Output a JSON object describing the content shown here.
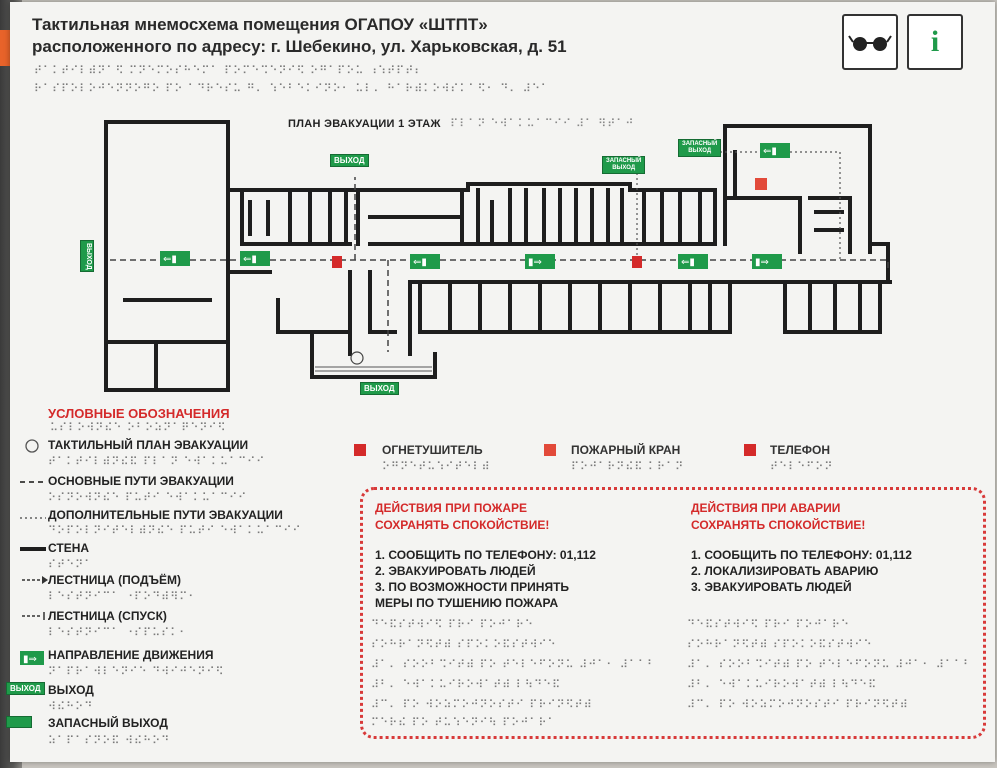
{
  "header": {
    "title_line1": "Тактильная мнемосхема помещения ОГАПОУ «ШТПТ»",
    "title_line2": "расположенного по адресу: г. Шебекино, ул. Харьковская, д. 51",
    "info_icon_label": "i"
  },
  "braille": {
    "b1": "⠞⠁⠅⠞⠊⠇⠾⠝⠁⠫ ⠍⠝⠑⠍⠕⠎⠓⠑⠍⠁ ⠏⠕⠍⠑⠩⠑⠝⠊⠫ ⠕⠛⠁⠏⠕⠥ ⠰⠱⠞⠏⠞⠆",
    "b2": "⠗⠁⠎⠏⠕⠇⠕⠚⠑⠝⠝⠕⠛⠕ ⠏⠕ ⠁⠙⠗⠑⠎⠥ ⠛⠄ ⠱⠑⠃⠑⠅⠊⠝⠕⠂ ⠥⠇⠄ ⠓⠁⠗⠾⠅⠕⠺⠎⠅⠁⠫⠂ ⠙⠄ ⠼⠑⠁",
    "plan": "⠏⠇⠁⠝ ⠑⠺⠁⠅⠥⠁⠉⠊⠊ ⠼⠁ ⠻⠞⠁⠚",
    "legend_title": "⠥⠎⠇⠕⠺⠝⠮⠑ ⠕⠃⠕⠵⠝⠁⠟⠑⠝⠊⠫",
    "l1": "⠞⠁⠅⠞⠊⠇⠾⠝⠮⠯ ⠏⠇⠁⠝ ⠑⠺⠁⠅⠥⠁⠉⠊⠊",
    "l2": "⠕⠎⠝⠕⠺⠝⠮⠑ ⠏⠥⠞⠊ ⠑⠺⠁⠅⠥⠁⠉⠊⠊",
    "l3": "⠙⠕⠏⠕⠇⠝⠊⠞⠑⠇⠾⠝⠮⠑ ⠏⠥⠞⠊ ⠑⠺⠁⠅⠥⠁⠉⠊⠊",
    "l4": "⠎⠞⠑⠝⠁",
    "l5": "⠇⠑⠎⠞⠝⠊⠉⠁ ⠐⠏⠕⠙⠾⠻⠍⠂",
    "l6": "⠇⠑⠎⠞⠝⠊⠉⠁ ⠐⠎⠏⠥⠎⠅⠂",
    "l7": "⠝⠁⠏⠗⠁⠺⠇⠑⠝⠊⠑ ⠙⠺⠊⠚⠑⠝⠊⠫",
    "l8": "⠺⠮⠓⠕⠙",
    "l9": "⠵⠁⠏⠁⠎⠝⠕⠯ ⠺⠮⠓⠕⠙",
    "s1": "⠕⠛⠝⠑⠞⠥⠱⠊⠞⠑⠇⠾",
    "s2": "⠏⠕⠚⠁⠗⠝⠮⠯ ⠅⠗⠁⠝",
    "s3": "⠞⠑⠇⠑⠋⠕⠝",
    "a1": "⠙⠑⠯⠎⠞⠺⠊⠫ ⠏⠗⠊ ⠏⠕⠚⠁⠗⠑",
    "a2": "⠎⠕⠓⠗⠁⠝⠫⠞⠾ ⠎⠏⠕⠅⠕⠯⠎⠞⠺⠊⠑",
    "a3": "⠼⠁⠄ ⠎⠕⠕⠃⠩⠊⠞⠾ ⠏⠕ ⠞⠑⠇⠑⠋⠕⠝⠥ ⠼⠚⠁⠂ ⠼⠁⠁⠃",
    "a4": "⠼⠃⠄ ⠑⠺⠁⠅⠥⠊⠗⠕⠺⠁⠞⠾ ⠇⠳⠙⠑⠯",
    "a5": "⠼⠉⠄ ⠏⠕ ⠺⠕⠵⠍⠕⠚⠝⠕⠎⠞⠊ ⠏⠗⠊⠝⠫⠞⠾",
    "a6": "⠍⠑⠗⠮ ⠏⠕ ⠞⠥⠱⠑⠝⠊⠳ ⠏⠕⠚⠁⠗⠁"
  },
  "plan": {
    "title": "ПЛАН ЭВАКУАЦИИ 1 ЭТАЖ",
    "exit_top": "ВЫХОД",
    "exit_left": "ВЫХОД",
    "exit_bottom": "ВЫХОД",
    "spare_exit_mid_l1": "ЗАПАСНЫЙ",
    "spare_exit_mid_l2": "ВЫХОД",
    "spare_exit_right_l1": "ЗАПАСНЫЙ",
    "spare_exit_right_l2": "ВЫХОД"
  },
  "legend": {
    "title": "УСЛОВНЫЕ ОБОЗНАЧЕНИЯ",
    "items": [
      "ТАКТИЛЬНЫЙ ПЛАН ЭВАКУАЦИИ",
      "ОСНОВНЫЕ ПУТИ ЭВАКУАЦИИ",
      "ДОПОЛНИТЕЛЬНЫЕ ПУТИ ЭВАКУАЦИИ",
      "СТЕНА",
      "ЛЕСТНИЦА (ПОДЪЁМ)",
      "ЛЕСТНИЦА (СПУСК)",
      "НАПРАВЛЕНИЕ ДВИЖЕНИЯ",
      "ВЫХОД",
      "ЗАПАСНЫЙ ВЫХОД"
    ],
    "sign_exit": "ВЫХОД"
  },
  "symbols": {
    "extinguisher": "ОГНЕТУШИТЕЛЬ",
    "hydrant": "ПОЖАРНЫЙ КРАН",
    "phone": "ТЕЛЕФОН"
  },
  "fire": {
    "head1": "ДЕЙСТВИЯ ПРИ ПОЖАРЕ",
    "head2": "СОХРАНЯТЬ СПОКОЙСТВИЕ!",
    "step1": "1. СООБЩИТЬ ПО ТЕЛЕФОНУ: 01,112",
    "step2": "2. ЭВАКУИРОВАТЬ ЛЮДЕЙ",
    "step3a": "3. ПО ВОЗМОЖНОСТИ ПРИНЯТЬ",
    "step3b": "МЕРЫ ПО ТУШЕНИЮ ПОЖАРА"
  },
  "accident": {
    "head1": "ДЕЙСТВИЯ ПРИ АВАРИИ",
    "head2": "СОХРАНЯТЬ СПОКОЙСТВИЕ!",
    "step1": "1. СООБЩИТЬ ПО ТЕЛЕФОНУ: 01,112",
    "step2": "2. ЛОКАЛИЗИРОВАТЬ АВАРИЮ",
    "step3": "3. ЭВАКУИРОВАТЬ ЛЮДЕЙ"
  },
  "colors": {
    "accent_red": "#d42a2a",
    "exit_green": "#1f9a4a",
    "wall": "#1e1e1e"
  },
  "icons": [
    "blind-glasses-icon",
    "info-icon",
    "extinguisher-icon",
    "hydrant-icon",
    "phone-icon",
    "running-man-icon",
    "arrow-icon"
  ]
}
